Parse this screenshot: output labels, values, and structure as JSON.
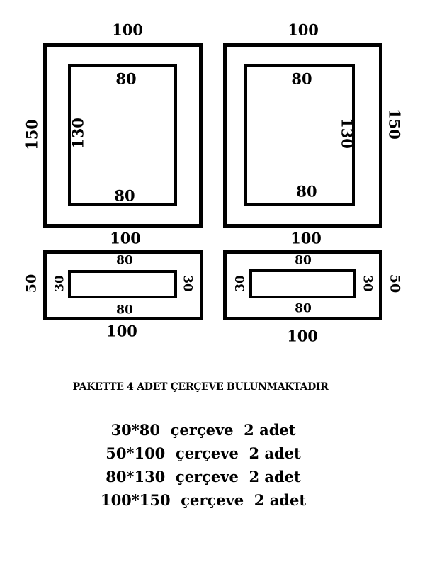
{
  "frames": [
    {
      "outer_top": "100",
      "outer_bottom": "100",
      "outer_side": "150",
      "inner_top": "80",
      "inner_bottom": "80",
      "inner_side": "130"
    },
    {
      "outer_top": "100",
      "outer_bottom": "100",
      "outer_side": "150",
      "inner_top": "80",
      "inner_bottom": "80",
      "inner_side": "130"
    },
    {
      "outer_bottom": "100",
      "outer_side": "50",
      "inner_top": "80",
      "inner_bottom": "80",
      "inner_left": "30",
      "inner_right": "30"
    },
    {
      "outer_bottom": "100",
      "outer_side": "50",
      "inner_top": "80",
      "inner_bottom": "80",
      "inner_left": "30",
      "inner_right": "30"
    }
  ],
  "heading": "PAKETTE 4 ADET ÇERÇEVE BULUNMAKTADIR",
  "items": [
    "30*80  çerçeve  2 adet",
    "50*100  çerçeve  2 adet",
    "80*130  çerçeve  2 adet",
    "100*150  çerçeve  2 adet"
  ]
}
